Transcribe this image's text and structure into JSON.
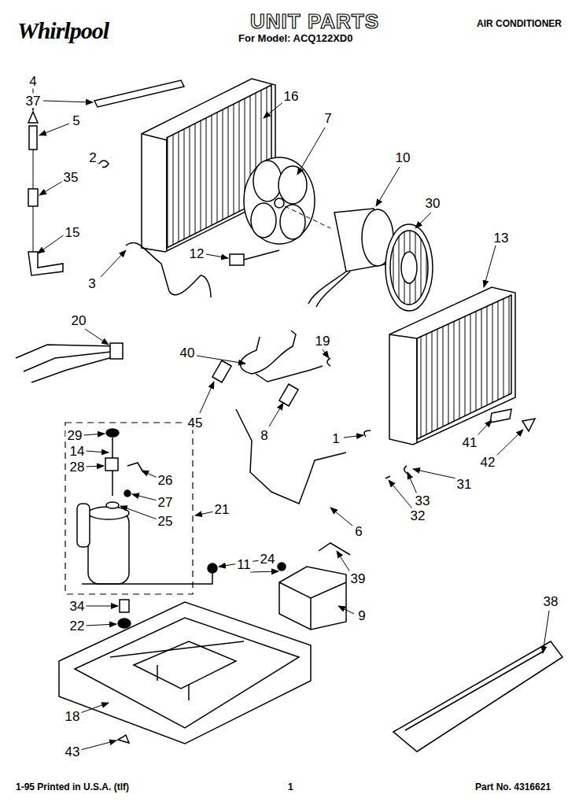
{
  "diagram": {
    "title": "UNIT PARTS",
    "labels": [
      "Whirlpool",
      "For Model: ACQ122XD0",
      "AIR CONDITIONER",
      "4",
      "37",
      "16",
      "5",
      "2",
      "35",
      "15",
      "3",
      "7",
      "10",
      "30",
      "13",
      "12",
      "20",
      "40",
      "19",
      "45",
      "8",
      "1",
      "41",
      "42",
      "31",
      "33",
      "32",
      "29",
      "14",
      "28",
      "26",
      "27",
      "25",
      "21",
      "24",
      "11",
      "6",
      "39",
      "9",
      "34",
      "22",
      "38",
      "18",
      "43",
      "1-95 Printed in U.S.A. (tlf)",
      "1",
      "Part No. 4316621"
    ]
  }
}
